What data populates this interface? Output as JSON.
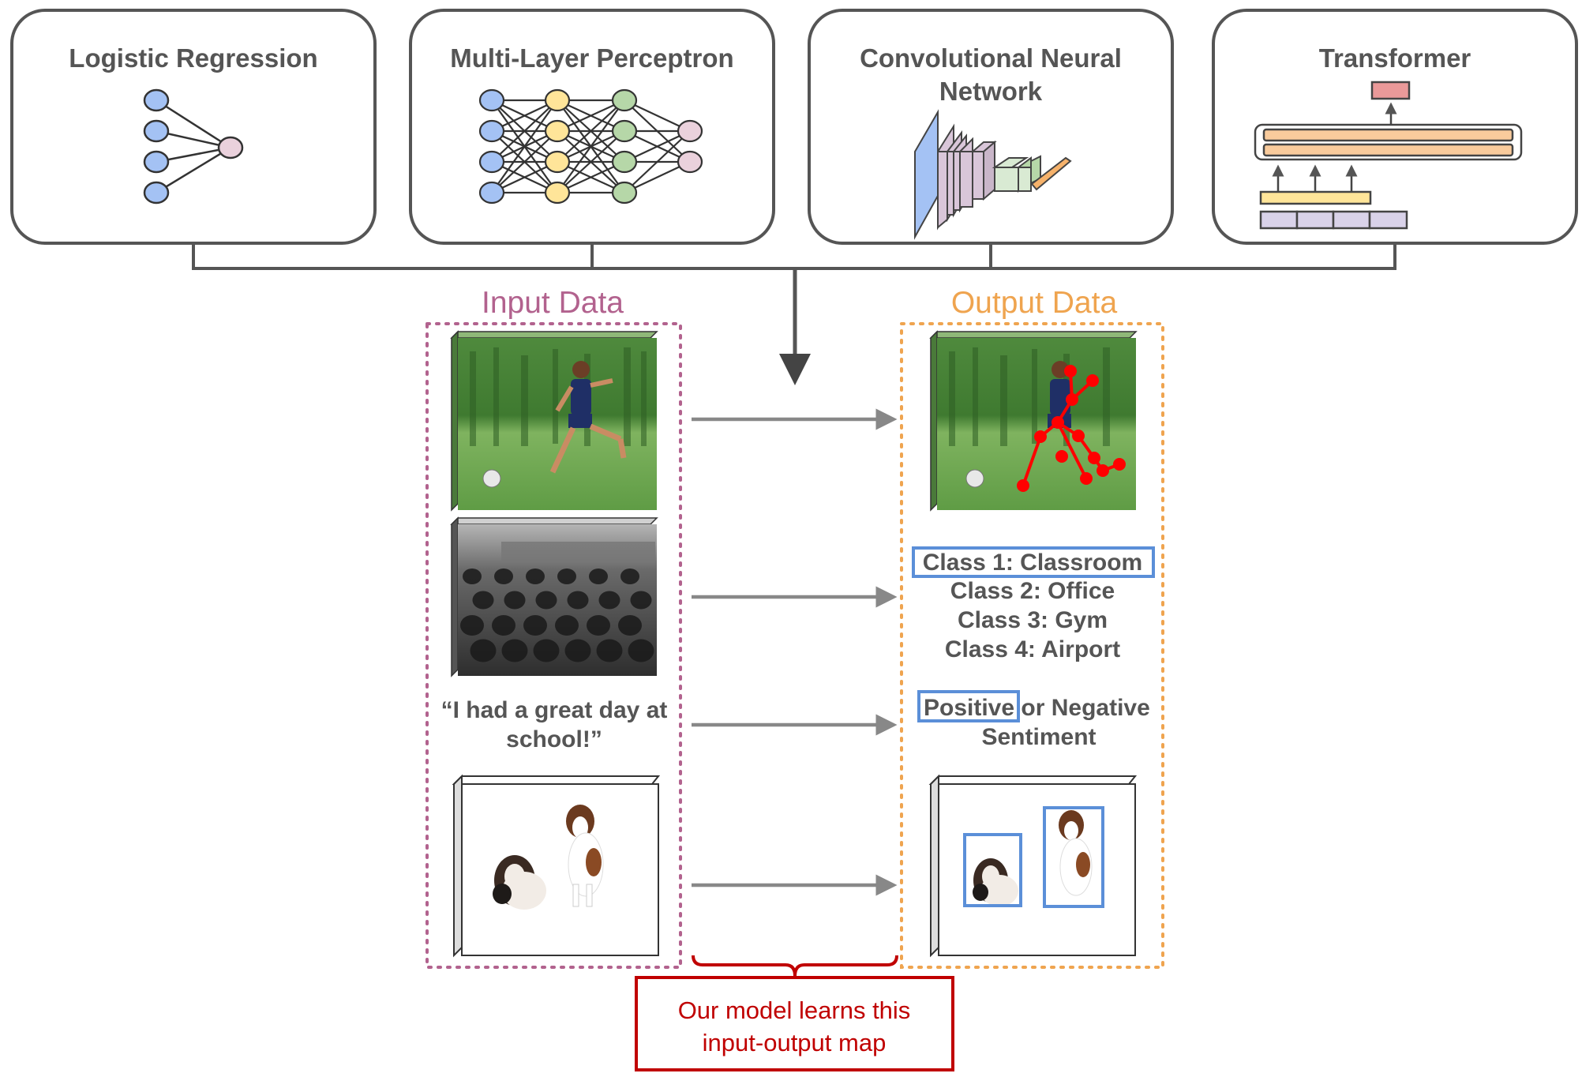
{
  "models": [
    {
      "title_lines": [
        "Logistic Regression"
      ]
    },
    {
      "title_lines": [
        "Multi-Layer Perceptron"
      ]
    },
    {
      "title_lines": [
        "Convolutional Neural",
        "Network"
      ]
    },
    {
      "title_lines": [
        "Transformer"
      ]
    }
  ],
  "input_heading": "Input Data",
  "output_heading": "Output Data",
  "text_input_lines": [
    "“I had a great day at",
    "school!”"
  ],
  "classes": [
    "Class 1: Classroom",
    "Class 2: Office",
    "Class 3: Gym",
    "Class 4: Airport"
  ],
  "sentiment": {
    "positive": "Positive",
    "rest": " or Negative",
    "line2": "Sentiment"
  },
  "note_lines": [
    "Our model learns this",
    "input-output map"
  ],
  "colors": {
    "input_border": "#b2628e",
    "output_border": "#efa44f",
    "note": "#c00000",
    "highlight": "#5b8fd8",
    "pose": "#ff0000",
    "node_blue": "#a4c2f4",
    "node_yellow": "#ffe599",
    "node_green": "#b6d7a8",
    "node_pink": "#ead1dc"
  },
  "icons": [
    "soccer-player-photo",
    "classroom-photo",
    "dogs-photo"
  ]
}
